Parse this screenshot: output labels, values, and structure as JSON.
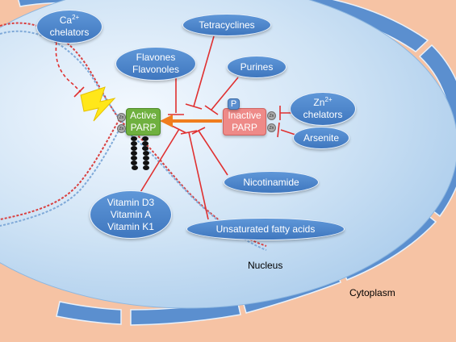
{
  "labels": {
    "ca_chelators": "Ca",
    "ca_sup": "2+",
    "ca_chelators_2": "chelators",
    "tetracyclines": "Tetracyclines",
    "flavones": "Flavones",
    "flavonoles": "Flavonoles",
    "purines": "Purines",
    "zn_chelators": "Zn",
    "zn_sup": "2+",
    "zn_chelators_2": "chelators",
    "arsenite": "Arsenite",
    "nicotinamide": "Nicotinamide",
    "vitamin_d3": "Vitamin D3",
    "vitamin_a": "Vitamin A",
    "vitamin_k1": "Vitamin K1",
    "unsaturated_fatty_acids": "Unsaturated fatty acids",
    "active_parp_1": "Active",
    "active_parp_2": "PARP",
    "inactive_parp_1": "Inactive",
    "inactive_parp_2": "PARP",
    "phosphate": "P",
    "zn_tag": "Zn",
    "nucleus": "Nucleus",
    "cytoplasm": "Cytoplasm"
  },
  "colors": {
    "background_cytoplasm": "#f6c3a4",
    "nucleus_fill": "#c3ddf2",
    "nuclear_envelope": "#5b8fcf",
    "inhibitor_line": "#e03030",
    "activation_arrow": "#f07d1e",
    "active_parp": "#6fb03f",
    "inactive_parp": "#ee8a88",
    "phosphate": "#5b8fcf",
    "dna_strand_red": "#d94040",
    "dna_strand_blue": "#7fa9d8",
    "lightning": "#ffe71a"
  }
}
